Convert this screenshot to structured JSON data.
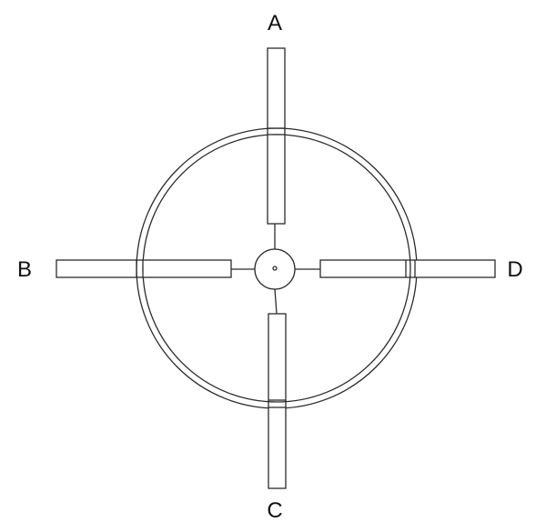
{
  "labels": {
    "top": "A",
    "left": "B",
    "bottom": "C",
    "right": "D"
  },
  "colors": {
    "stroke": "#2b2b2b",
    "text": "#111111",
    "background": "#ffffff"
  }
}
